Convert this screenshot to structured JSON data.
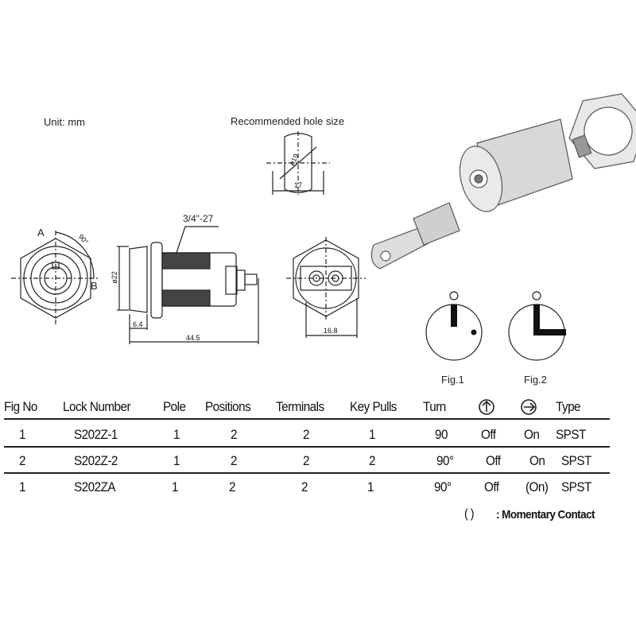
{
  "labels": {
    "unit": "Unit: mm",
    "hole_title": "Recommended hole size",
    "hole_diameter": "ø19",
    "hole_flat": "17",
    "angle": "90°",
    "point_a": "A",
    "point_b": "B",
    "thread": "3/4\"-27",
    "body_diameter": "ø22",
    "flange": "6.4",
    "length": "44.5",
    "rear_width": "16.8",
    "fig1": "Fig.1",
    "fig2": "Fig.2"
  },
  "table": {
    "headers": [
      "Fig No",
      "Lock Number",
      "Pole",
      "Positions",
      "Terminals",
      "Key Pulls",
      "Turn",
      "up-arrow-circle-icon",
      "right-arrow-circle-icon",
      "Type"
    ],
    "rows": [
      [
        "1",
        "S202Z-1",
        "1",
        "2",
        "2",
        "1",
        "90",
        "Off",
        "On",
        "SPST"
      ],
      [
        "2",
        "S202Z-2",
        "1",
        "2",
        "2",
        "2",
        "90°",
        "Off",
        "On",
        "SPST"
      ],
      [
        "1",
        "S202ZA",
        "1",
        "2",
        "2",
        "1",
        "90°",
        "Off",
        "(On)",
        "SPST"
      ]
    ],
    "note_symbol": "(  )",
    "note": ": Momentary Contact"
  }
}
